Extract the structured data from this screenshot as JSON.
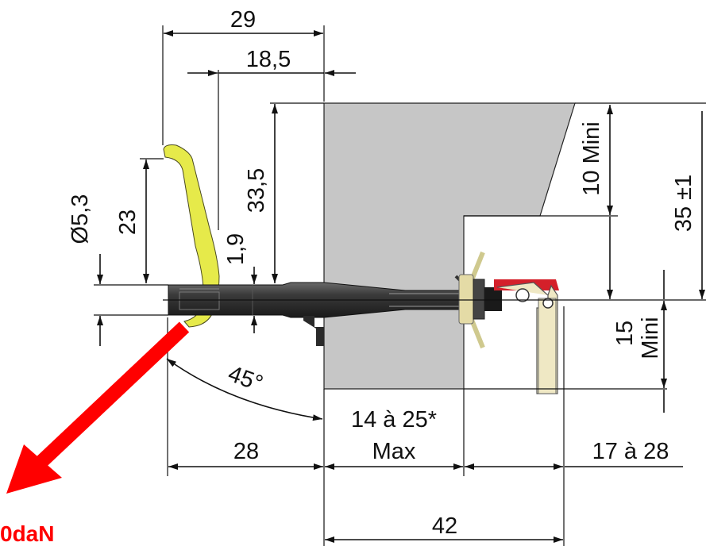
{
  "dimensions": {
    "top_overall": "29",
    "top_inner": "18,5",
    "hole_diameter": "Ø5,3",
    "hook_height": "23",
    "nut_offset": "1,9",
    "panel_height": "33,5",
    "upper_clearance": "10 Mini",
    "total_height": "35 ±1",
    "lower_clearance_value": "15",
    "lower_clearance_unit": "Mini",
    "angle": "45°",
    "thickness_range": "14 à 25*",
    "thickness_max": "Max",
    "hook_offset": "28",
    "latch_range": "17 à 28",
    "total_width": "42"
  },
  "force_label": "0daN",
  "colors": {
    "panel": "#c6c6c6",
    "hook": "#e6ea4a",
    "force_arrow": "#ff0000",
    "latch": "#efe8c4",
    "latch_red": "#d4202a",
    "bolt": "#2f2f2f"
  }
}
